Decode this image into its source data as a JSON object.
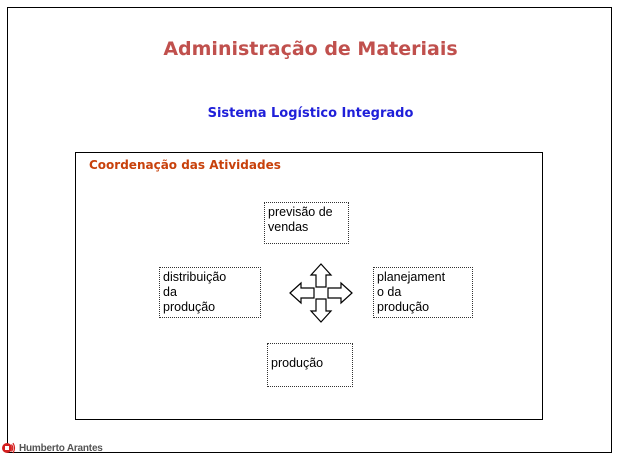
{
  "slide": {
    "title": "Administração de Materiais",
    "subtitle": "Sistema Logístico Integrado",
    "section_heading": "Coordenação das Atividades"
  },
  "activities": {
    "top": [
      "previsão de",
      "vendas"
    ],
    "left": [
      "distribuição",
      "da",
      "produção"
    ],
    "right": [
      "planejament",
      "o da",
      "produção"
    ],
    "bottom": [
      "produção"
    ]
  },
  "footer": {
    "logo_text": "Humberto Arantes",
    "logo_icon": "speaker-logo-icon"
  },
  "colors": {
    "title": "#c0504d",
    "subtitle": "#1f1fd9",
    "section_heading": "#c8410b",
    "logo_red": "#d42020"
  }
}
